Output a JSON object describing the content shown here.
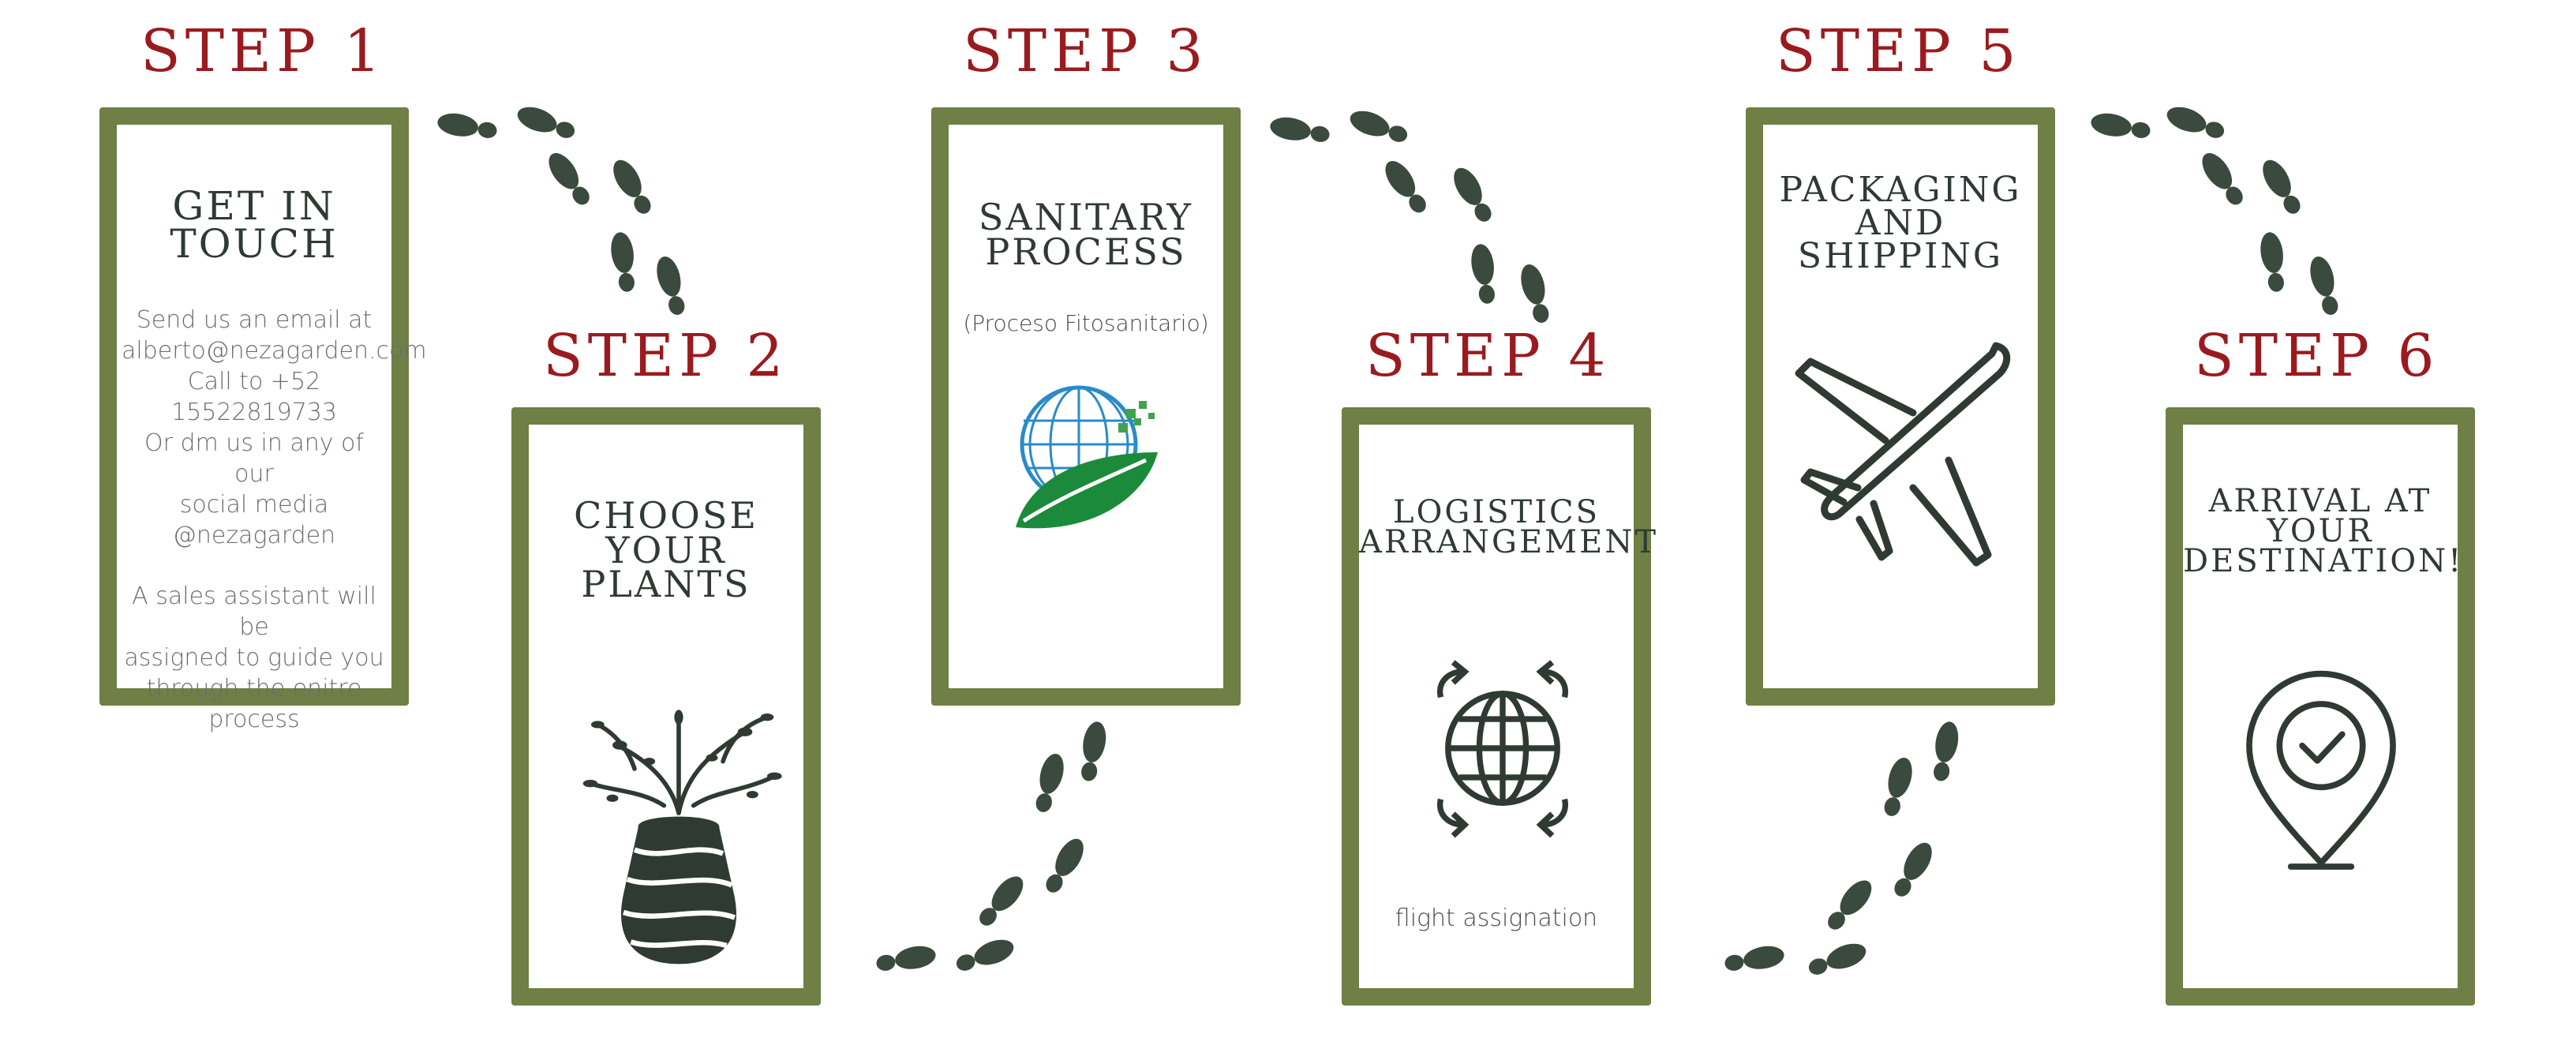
{
  "colors": {
    "step_label": "#9a1b1f",
    "card_border": "#6f7f45",
    "icon": "#3a4a3e",
    "body_text": "#6d6d6d"
  },
  "steps": [
    {
      "label": "STEP 1",
      "title": "GET IN\nTOUCH",
      "text": [
        "Send us an email at",
        "alberto@nezagarden.com",
        "Call to +52",
        "15522819733",
        "Or dm us in any of our",
        "social media",
        "@nezagarden",
        "",
        "A sales assistant will be",
        "assigned to guide you",
        "through the enitre",
        "process"
      ],
      "icon": ""
    },
    {
      "label": "STEP 2",
      "title": "CHOOSE\nYOUR\nPLANTS",
      "icon": "caudex-plant-icon"
    },
    {
      "label": "STEP 3",
      "title": "SANITARY\nPROCESS",
      "subtitle": "(Proceso Fitosanitario)",
      "icon": "phytosanitary-globe-leaf-logo"
    },
    {
      "label": "STEP 4",
      "title": "LOGISTICS\nARRANGEMENT",
      "subtitle": "flight assignation",
      "icon": "globe-arrows-icon"
    },
    {
      "label": "STEP 5",
      "title": "PACKAGING\nAND\nSHIPPING",
      "icon": "airplane-icon"
    },
    {
      "label": "STEP 6",
      "title": "ARRIVAL AT\nYOUR\nDESTINATION!",
      "icon": "location-check-pin-icon"
    }
  ],
  "decorations": {
    "connector": "footprints-icon"
  }
}
